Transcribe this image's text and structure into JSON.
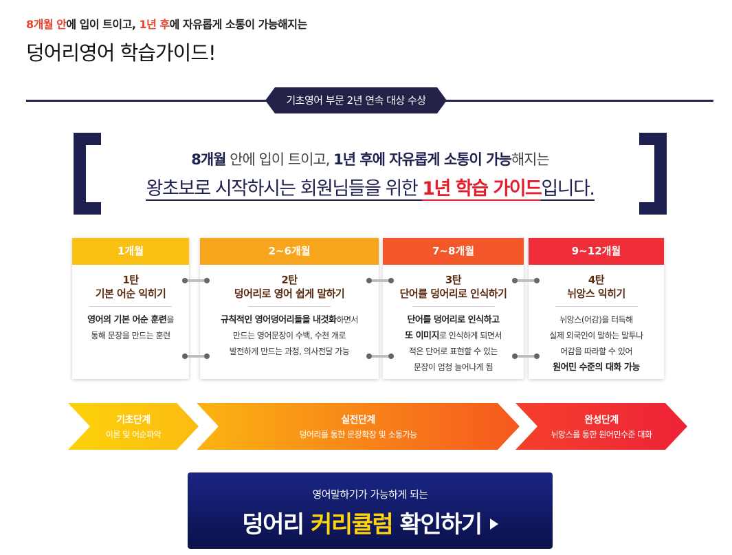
{
  "header": {
    "subtitle": {
      "part1": "8개월 안",
      "part2": "에 입이 트이고, ",
      "part3": "1년 후",
      "part4": "에 자유롭게 소통이 가능해지는"
    },
    "title": "덩어리영어 학습가이드!"
  },
  "award": {
    "label": "기초영어 부문 2년 연속 대상 수상"
  },
  "quote": {
    "line1": {
      "a": "8개월",
      "b": " 안에 입이 트이고, ",
      "c": "1년 후에 자유롭게 소통이 가능",
      "d": "해지는"
    },
    "line2": {
      "a": "왕초보로 시작하시는 회원님들을 위한 ",
      "b": "1년 학습 가이드",
      "c": "입니다."
    }
  },
  "cards": [
    {
      "period": "1개월",
      "stage": "1탄",
      "name": "기본 어순 익히기",
      "desc": [
        {
          "bold": "영어의 기본 어순 훈련",
          "text": "을"
        },
        {
          "bold": "",
          "text": "통해 문장을 만드는 훈련"
        }
      ]
    },
    {
      "period": "2~6개월",
      "stage": "2탄",
      "name": "덩어리로 영어 쉽게 말하기",
      "desc": [
        {
          "bold": "규칙적인 영어덩어리들을 내것화",
          "text": "하면서"
        },
        {
          "bold": "",
          "text": "만드는 영어문장이 수백, 수천 개로"
        },
        {
          "bold": "",
          "text": "발전하게 만드는 과정, 의사전달 가능"
        }
      ]
    },
    {
      "period": "7~8개월",
      "stage": "3탄",
      "name": "단어를 덩어리로 인식하기",
      "desc": [
        {
          "bold": "단어를 덩어리로 인식하고",
          "text": ""
        },
        {
          "bold": "또 이미지",
          "text": "로 인식하게 되면서"
        },
        {
          "bold": "",
          "text": "적은 단어로 표현할 수 있는"
        },
        {
          "bold": "",
          "text": "문장이 엄청 늘어나게 됨"
        }
      ]
    },
    {
      "period": "9~12개월",
      "stage": "4탄",
      "name": "뉘앙스 익히기",
      "desc": [
        {
          "bold": "",
          "text": "뉘앙스(어감)을 터득해"
        },
        {
          "bold": "",
          "text": "실제 외국인이 말하는 말투나"
        },
        {
          "bold": "",
          "text": "어감을 따라할 수 있어"
        },
        {
          "bold": "원어민 수준의 대화 가능",
          "text": ""
        }
      ]
    }
  ],
  "stages": [
    {
      "title": "기초단계",
      "sub": "이론 및 어순파악"
    },
    {
      "title": "실전단계",
      "sub": "덩어리를 통한 문장확장 및 소통가능"
    },
    {
      "title": "완성단계",
      "sub": "뉘앙스를 통한 원어민수준 대화"
    }
  ],
  "cta": {
    "sub": "영어말하기가 가능하게 되는",
    "main_a": "덩어리 ",
    "main_b": "커리큘럼",
    "main_c": " 확인하기"
  },
  "colors": {
    "navy": "#1e2050",
    "red": "#e31d2b",
    "orange_red": "#e8432f",
    "yellow": "#ffd40e",
    "card1": "#fbc014",
    "card2": "#f7a51c",
    "card3": "#f4572a",
    "card4": "#ef2e3a"
  }
}
